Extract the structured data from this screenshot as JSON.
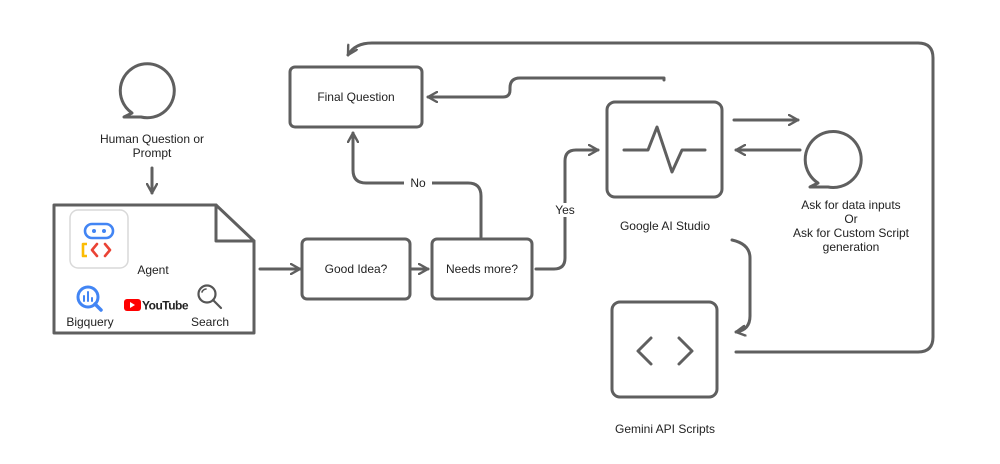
{
  "nodes": {
    "human_question": "Human Question or Prompt",
    "final_question": "Final Question",
    "good_idea": "Good Idea?",
    "needs_more": "Needs more?",
    "google_ai_studio": "Google AI Studio",
    "gemini_api_scripts": "Gemini API Scripts",
    "ask_for": {
      "line1": "Ask for data inputs",
      "line2": "Or",
      "line3": "Ask for Custom Script",
      "line4": "generation"
    }
  },
  "tools": {
    "agent": "Agent",
    "bigquery": "Bigquery",
    "youtube": "YouTube",
    "search": "Search"
  },
  "edges": {
    "no": "No",
    "yes": "Yes"
  },
  "colors": {
    "stroke": "#5f5f5f",
    "google_blue": "#4285F4",
    "google_red": "#EA4335",
    "google_yellow": "#FBBC04",
    "google_green": "#34A853",
    "youtube_red": "#FF0000"
  }
}
